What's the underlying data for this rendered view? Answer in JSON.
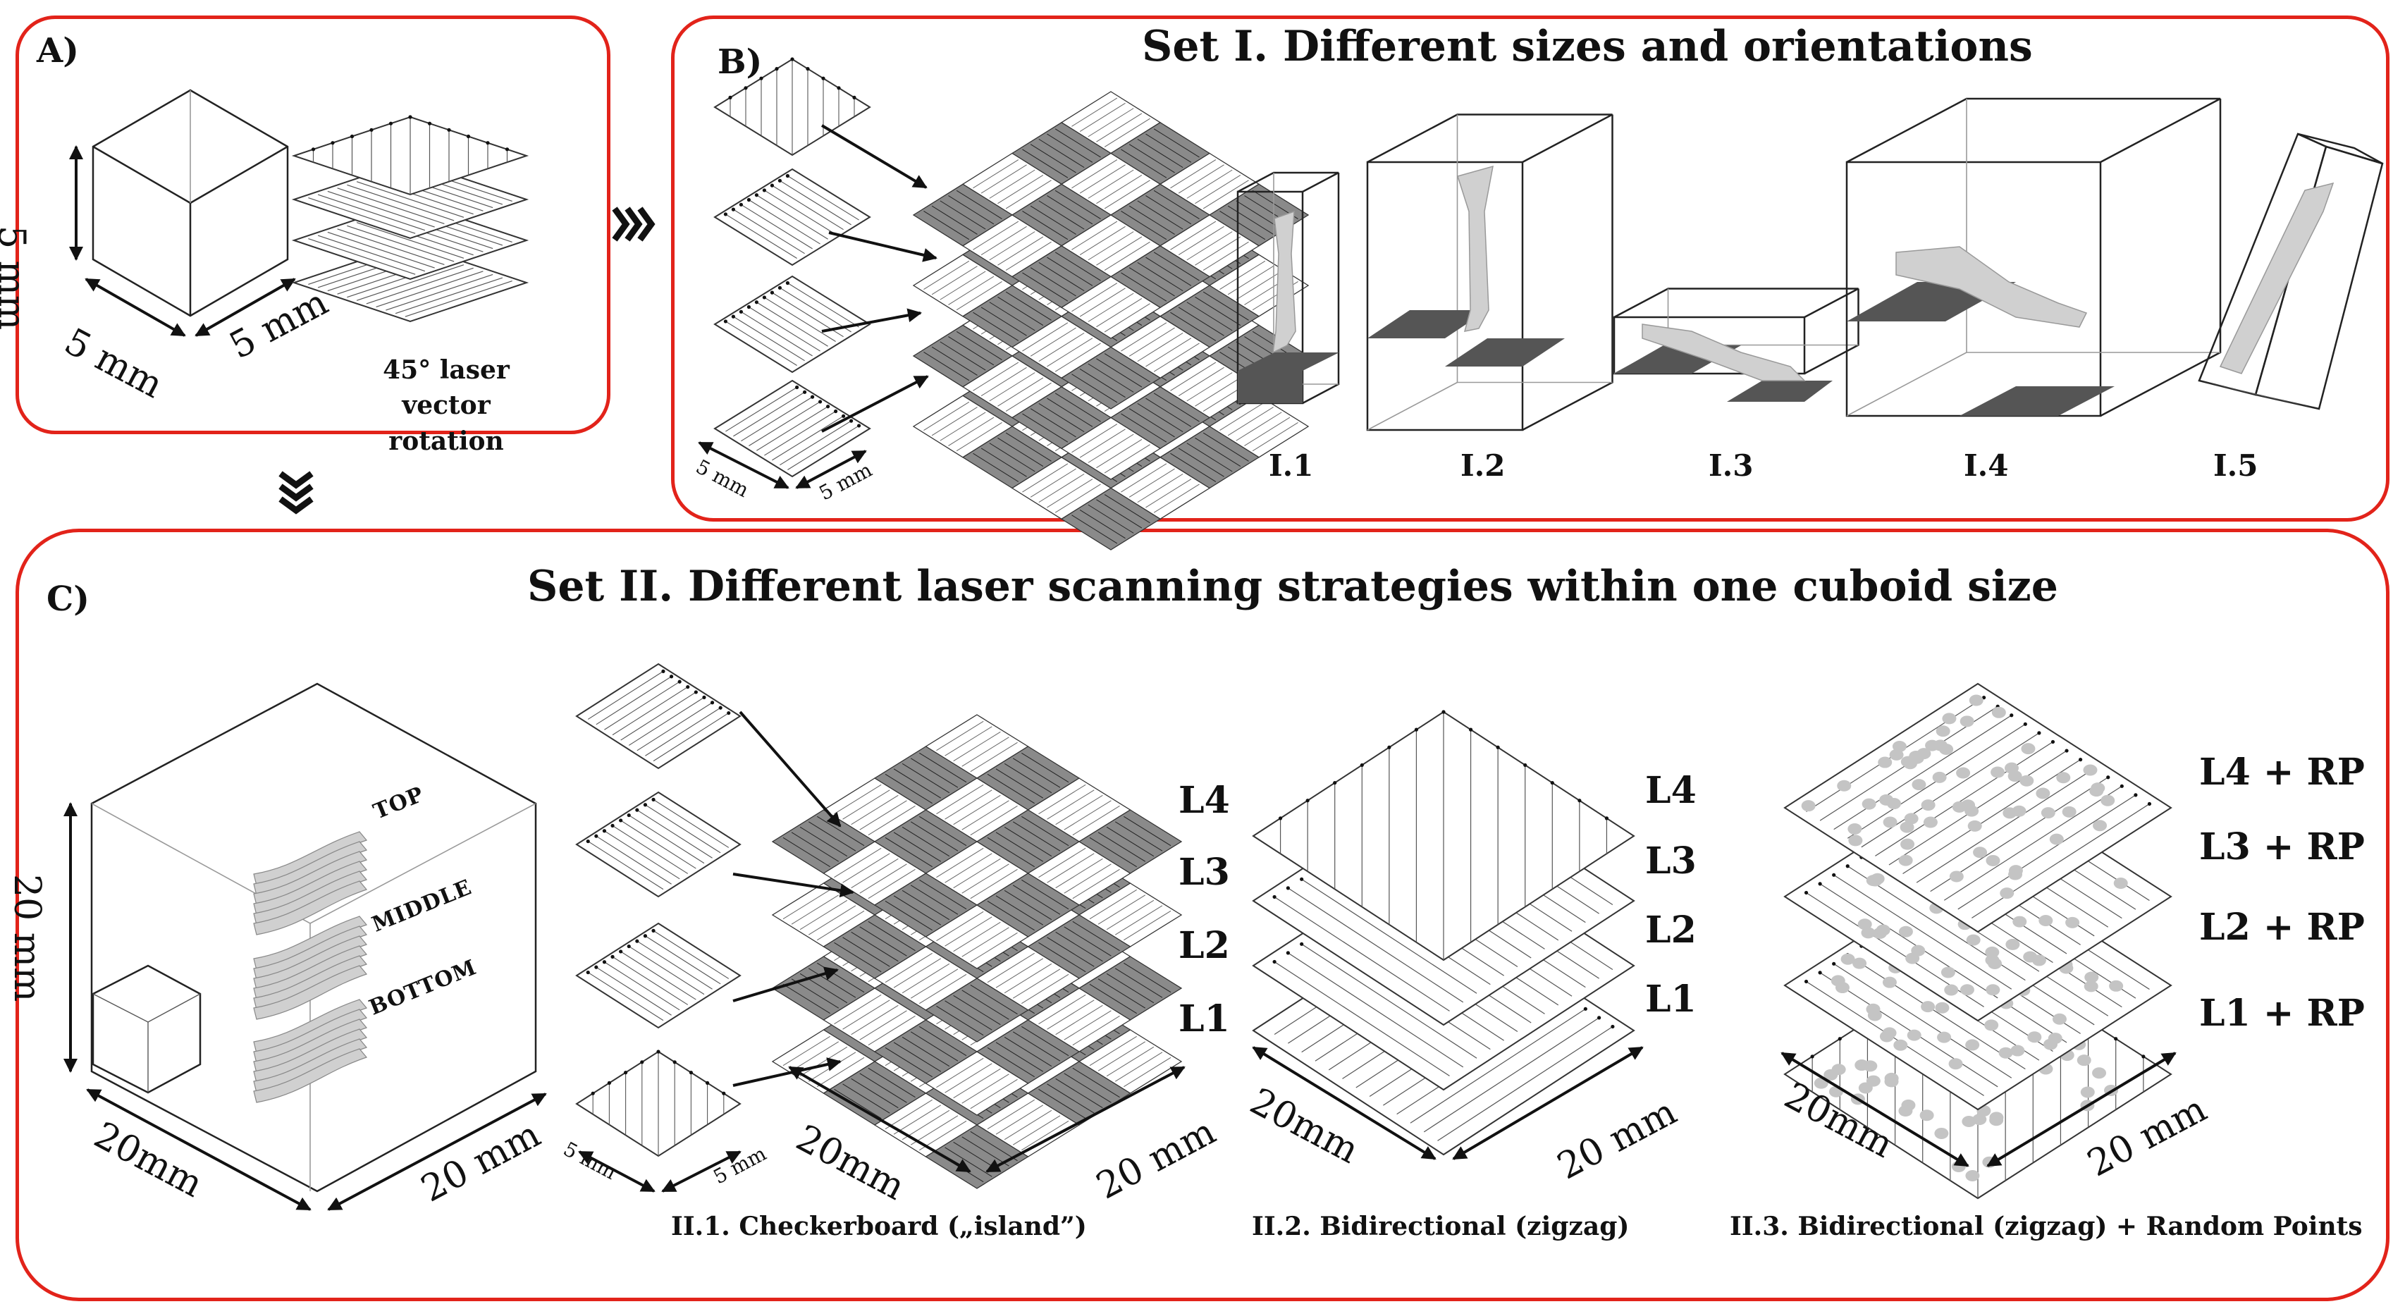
{
  "panel_a": {
    "letter": "A)",
    "cube_height": "5 mm",
    "cube_depth": "5 mm",
    "cube_width": "5 mm",
    "rotation_caption": "45° laser vector rotation"
  },
  "panel_b": {
    "letter": "B)",
    "title": "Set I. Different sizes and orientations",
    "island_dim_1": "5 mm",
    "island_dim_2": "5 mm",
    "items": [
      "I.1",
      "I.2",
      "I.3",
      "I.4",
      "I.5"
    ]
  },
  "panel_c": {
    "letter": "C)",
    "title": "Set II. Different laser scanning strategies within one cuboid size",
    "cube_height": "20 mm",
    "cube_depth": "20mm",
    "cube_width": "20 mm",
    "positions": [
      "TOP",
      "MIDDLE",
      "BOTTOM"
    ],
    "checkerboard": {
      "caption": "II.1. Checkerboard („island”)",
      "layers": [
        "L4",
        "L3",
        "L2",
        "L1"
      ],
      "dim_depth": "20mm",
      "dim_width": "20 mm",
      "island_dim_1": "5 mm",
      "island_dim_2": "5 mm"
    },
    "bidirectional": {
      "caption": "II.2. Bidirectional (zigzag)",
      "layers": [
        "L4",
        "L3",
        "L2",
        "L1"
      ],
      "dim_depth": "20mm",
      "dim_width": "20 mm"
    },
    "random_points": {
      "caption": "II.3. Bidirectional (zigzag) + Random Points",
      "layers": [
        "L4 + RP",
        "L3 + RP",
        "L2 + RP",
        "L1 + RP"
      ],
      "dim_depth": "20mm",
      "dim_width": "20 mm"
    }
  },
  "colors": {
    "frame": "#e2231a",
    "dark_tile": "#555555",
    "specimen": "#d0d0d0"
  }
}
